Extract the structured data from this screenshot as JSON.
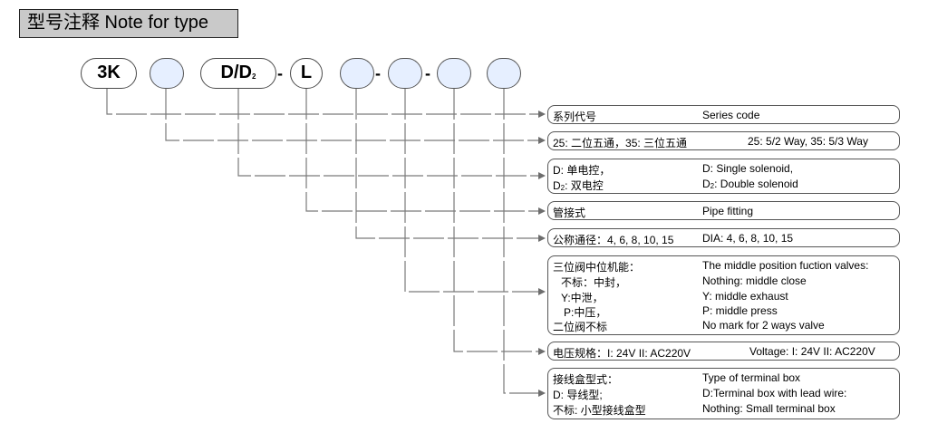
{
  "title": "型号注释 Note for type",
  "code_parts": [
    {
      "label": "3K"
    },
    {
      "label": ""
    },
    {
      "label": "D/D",
      "sub": "2"
    },
    {
      "label": "L"
    },
    {
      "label": ""
    },
    {
      "label": ""
    },
    {
      "label": ""
    }
  ],
  "separator": "-",
  "notes": [
    {
      "cn": [
        "系列代号"
      ],
      "en": [
        "Series code"
      ]
    },
    {
      "cn": [
        "25: 二位五通，35: 三位五通"
      ],
      "en": [
        "25: 5/2 Way, 35: 5/3 Way"
      ]
    },
    {
      "cn": [
        "D: 单电控，",
        "D2: 双电控"
      ],
      "en": [
        "D: Single solenoid,",
        "D2: Double solenoid"
      ]
    },
    {
      "cn": [
        "管接式"
      ],
      "en": [
        "Pipe fitting"
      ]
    },
    {
      "cn": [
        "公称通径：4, 6, 8, 10, 15"
      ],
      "en": [
        "DIA: 4, 6, 8, 10, 15"
      ]
    },
    {
      "cn": [
        "三位阀中位机能：",
        "不标：中封，",
        "Y:中泄，",
        "P:中压，",
        "二位阀不标"
      ],
      "en": [
        "The middle position fuction valves:",
        "Nothing: middle close",
        "Y: middle exhaust",
        "P: middle press",
        "No mark for 2 ways valve"
      ]
    },
    {
      "cn": [
        "电压规格：I: 24V  II: AC220V"
      ],
      "en": [
        "Voltage: I: 24V  II: AC220V"
      ]
    },
    {
      "cn": [
        "接线盒型式：",
        "D: 导线型;",
        "不标: 小型接线盒型"
      ],
      "en": [
        "Type of terminal box",
        "D:Terminal box with lead wire:",
        "Nothing: Small terminal box"
      ]
    }
  ]
}
